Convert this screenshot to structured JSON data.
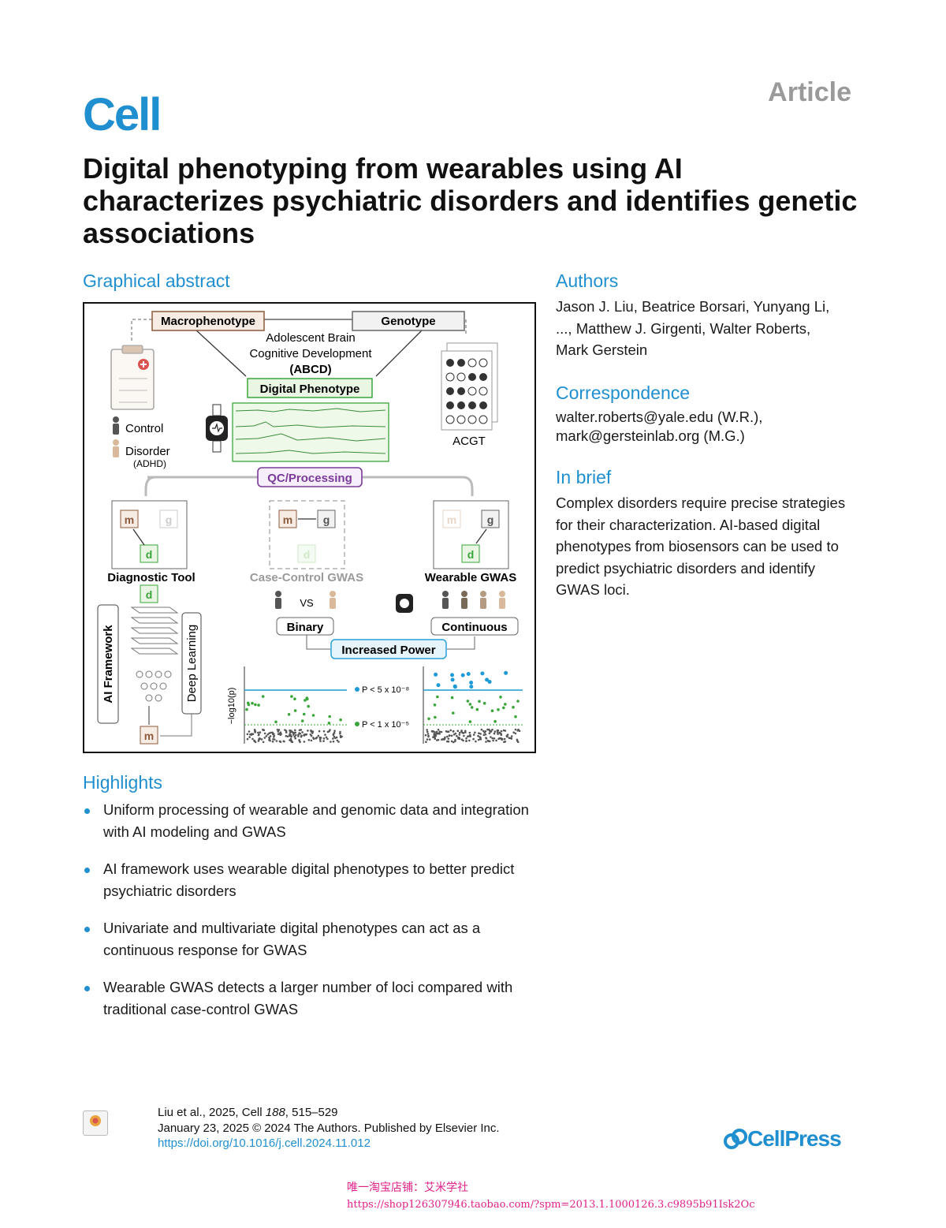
{
  "header": {
    "journal": "Cell",
    "article_type": "Article"
  },
  "title": "Digital phenotyping from wearables using AI characterizes psychiatric disorders and identifies genetic associations",
  "graphical_abstract": {
    "heading": "Graphical abstract",
    "labels": {
      "macrophenotype": "Macrophenotype",
      "genotype": "Genotype",
      "study_line1": "Adolescent Brain",
      "study_line2": "Cognitive Development",
      "study_abbr": "(ABCD)",
      "digital_phenotype": "Digital Phenotype",
      "control": "Control",
      "disorder": "Disorder",
      "disorder_sub": "(ADHD)",
      "acgt": "ACGT",
      "qc": "QC/Processing",
      "diagnostic_tool": "Diagnostic Tool",
      "case_control_gwas": "Case-Control GWAS",
      "wearable_gwas": "Wearable GWAS",
      "vs": "VS",
      "binary": "Binary",
      "continuous": "Continuous",
      "increased_power": "Increased Power",
      "ai_framework": "AI Framework",
      "deep_learning": "Deep Learning",
      "node_m": "m",
      "node_g": "g",
      "node_d": "d",
      "yaxis": "−log10(p)",
      "threshold_high": "P < 5 x 10⁻⁸",
      "threshold_low": "P < 1 x 10⁻⁵"
    },
    "colors": {
      "macro": "#8b5a3c",
      "digital": "#3aa63a",
      "qc": "#7a3a9a",
      "power": "#2aa0d8",
      "threshold": "#1e9ad6"
    }
  },
  "highlights": {
    "heading": "Highlights",
    "items": [
      "Uniform processing of wearable and genomic data and integration with AI modeling and GWAS",
      "AI framework uses wearable digital phenotypes to better predict psychiatric disorders",
      "Univariate and multivariate digital phenotypes can act as a continuous response for GWAS",
      "Wearable GWAS detects a larger number of loci compared with traditional case-control GWAS"
    ]
  },
  "authors": {
    "heading": "Authors",
    "text": "Jason J. Liu, Beatrice Borsari, Yunyang Li, ..., Matthew J. Girgenti, Walter Roberts, Mark Gerstein"
  },
  "correspondence": {
    "heading": "Correspondence",
    "line1": "walter.roberts@yale.edu (W.R.),",
    "line2": "mark@gersteinlab.org (M.G.)"
  },
  "in_brief": {
    "heading": "In brief",
    "text": "Complex disorders require precise strategies for their characterization. AI-based digital phenotypes from biosensors can be used to predict psychiatric disorders and identify GWAS loci."
  },
  "footer": {
    "citation_authors": "Liu et al., 2025, Cell ",
    "volume": "188",
    "pages": ", 515–529",
    "date_line": "January 23, 2025 © 2024 The Authors. Published by Elsevier Inc.",
    "doi": "https://doi.org/10.1016/j.cell.2024.11.012",
    "check_badge": "Check for updates",
    "publisher": "CellPress"
  },
  "watermark": {
    "line1": "唯一淘宝店铺：艾米学社 ",
    "line2": "https://shop126307946.taobao.com/?spm=2013.1.1000126.3.c9895b91Isk2Oc"
  }
}
